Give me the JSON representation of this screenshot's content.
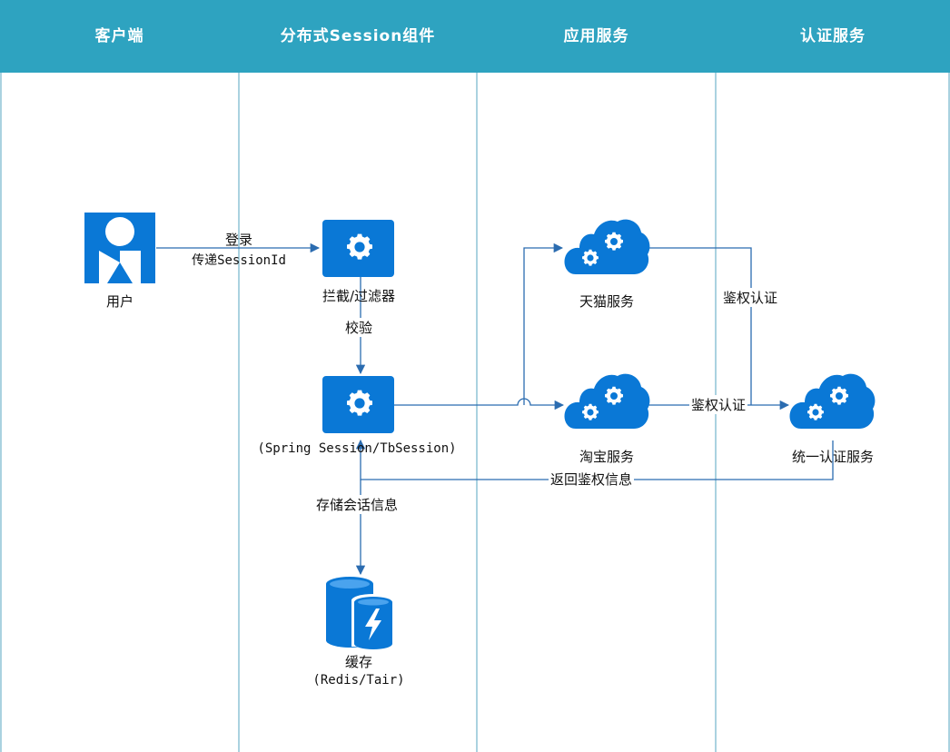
{
  "lanes": [
    {
      "id": "client",
      "title": "客户端"
    },
    {
      "id": "session",
      "title": "分布式Session组件"
    },
    {
      "id": "app",
      "title": "应用服务"
    },
    {
      "id": "auth",
      "title": "认证服务"
    }
  ],
  "nodes": {
    "user": {
      "label": "用户",
      "icon": "user-icon"
    },
    "filter": {
      "label": "拦截/过滤器",
      "icon": "gear-icon"
    },
    "session": {
      "label": "(Spring Session/TbSession)",
      "icon": "gear-icon"
    },
    "cache": {
      "label_line1": "缓存",
      "label_line2": "(Redis/Tair)",
      "icon": "database-icon"
    },
    "tmall": {
      "label": "天猫服务",
      "icon": "cloud-gear-icon"
    },
    "taobao": {
      "label": "淘宝服务",
      "icon": "cloud-gear-icon"
    },
    "unified_auth": {
      "label": "统一认证服务",
      "icon": "cloud-gear-icon"
    }
  },
  "edges": {
    "login_line1": "登录",
    "login_line2": "传递SessionId",
    "verify": "校验",
    "store": "存储会话信息",
    "tmall_auth": "鉴权认证",
    "taobao_auth": "鉴权认证",
    "return_auth": "返回鉴权信息"
  },
  "colors": {
    "header": "#2ea3c0",
    "accent": "#0a78d6",
    "lane_line": "#8ec4d6",
    "connector": "#2b6cb0"
  }
}
